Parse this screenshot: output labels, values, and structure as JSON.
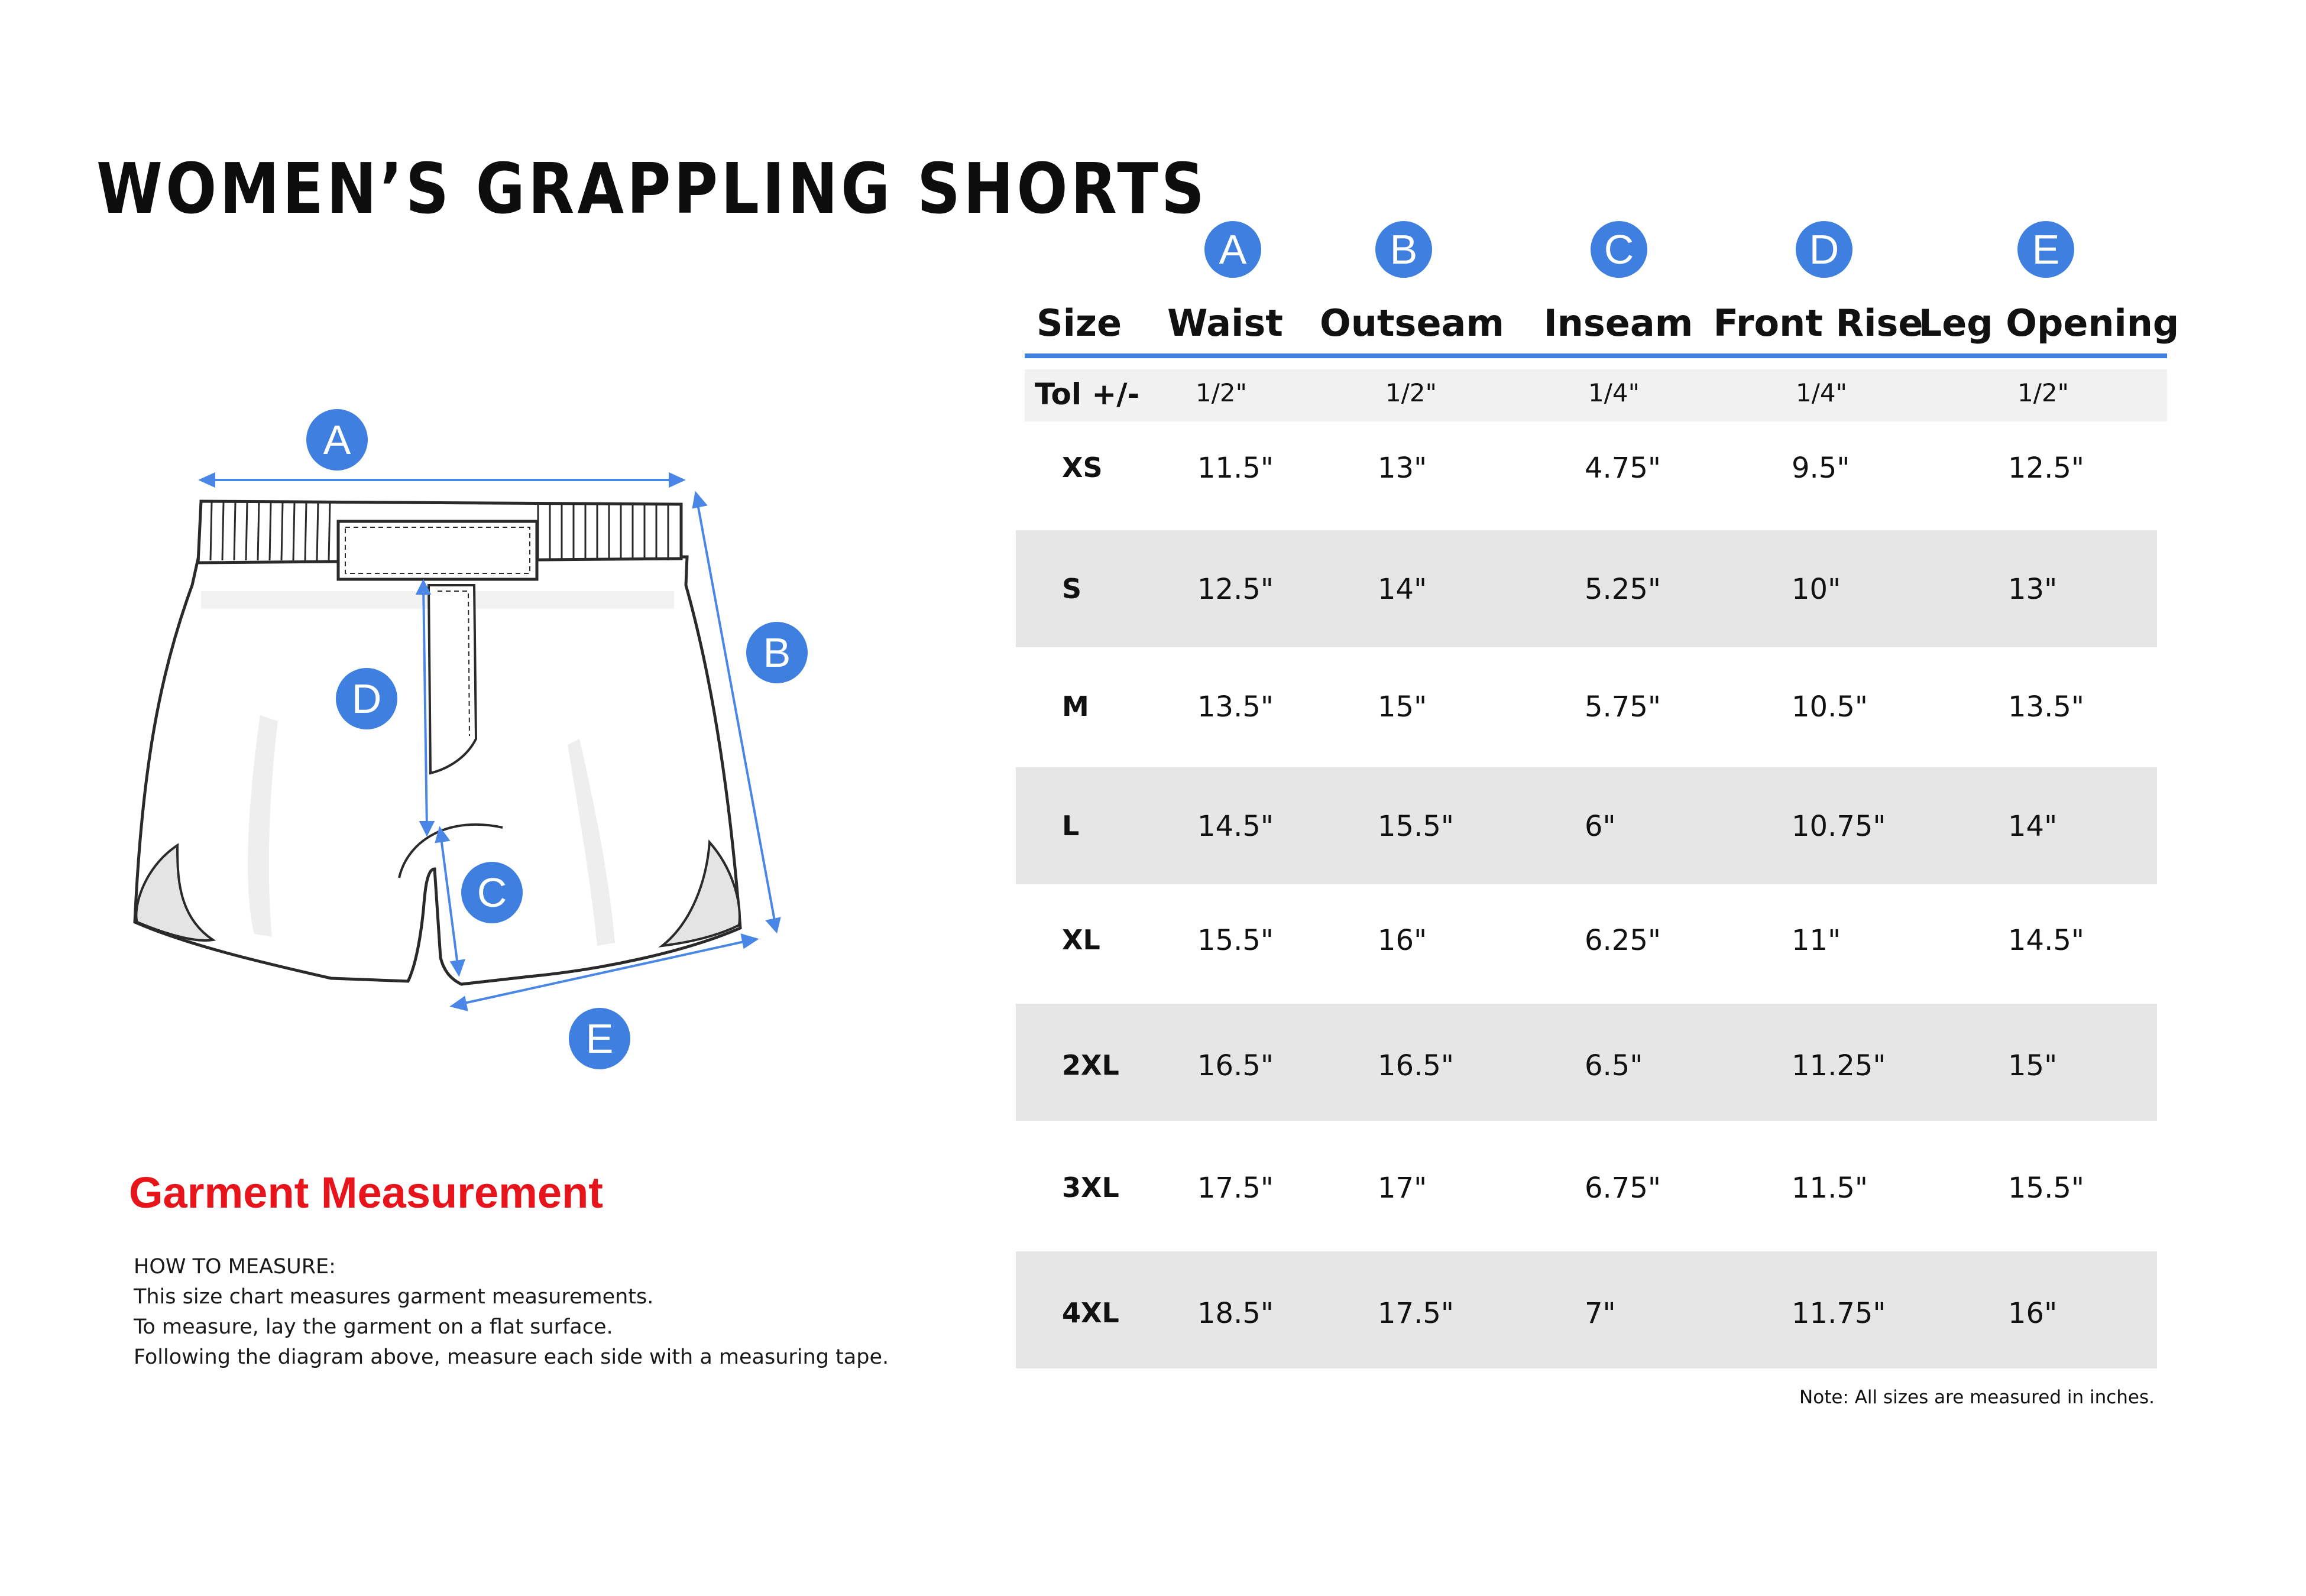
{
  "title": "WOMEN’S GRAPPLING SHORTS",
  "diagram": {
    "markers": [
      "A",
      "B",
      "C",
      "D",
      "E"
    ]
  },
  "garment_measurement": {
    "heading": "Garment Measurement",
    "lines": [
      "HOW TO MEASURE:",
      "This size chart measures garment measurements.",
      "To measure, lay the garment on a flat surface.",
      "Following the diagram above, measure each side with a measuring tape."
    ]
  },
  "table": {
    "column_letters": [
      "A",
      "B",
      "C",
      "D",
      "E"
    ],
    "headers": [
      "Size",
      "Waist",
      "Outseam",
      "Inseam",
      "Front Rise",
      "Leg Opening"
    ],
    "tolerance": {
      "label": "Tol +/-",
      "values": [
        "1/2\"",
        "1/2\"",
        "1/4\"",
        "1/4\"",
        "1/2\""
      ]
    },
    "rows": [
      {
        "size": "XS",
        "values": [
          "11.5\"",
          "13\"",
          "4.75\"",
          "9.5\"",
          "12.5\""
        ]
      },
      {
        "size": "S",
        "values": [
          "12.5\"",
          "14\"",
          "5.25\"",
          "10\"",
          "13\""
        ]
      },
      {
        "size": "M",
        "values": [
          "13.5\"",
          "15\"",
          "5.75\"",
          "10.5\"",
          "13.5\""
        ]
      },
      {
        "size": "L",
        "values": [
          "14.5\"",
          "15.5\"",
          "6\"",
          "10.75\"",
          "14\""
        ]
      },
      {
        "size": "XL",
        "values": [
          "15.5\"",
          "16\"",
          "6.25\"",
          "11\"",
          "14.5\""
        ]
      },
      {
        "size": "2XL",
        "values": [
          "16.5\"",
          "16.5\"",
          "6.5\"",
          "11.25\"",
          "15\""
        ]
      },
      {
        "size": "3XL",
        "values": [
          "17.5\"",
          "17\"",
          "6.75\"",
          "11.5\"",
          "15.5\""
        ]
      },
      {
        "size": "4XL",
        "values": [
          "18.5\"",
          "17.5\"",
          "7\"",
          "11.75\"",
          "16\""
        ]
      }
    ],
    "note": "Note: All sizes are measured in inches."
  },
  "colors": {
    "accent_blue": "#3e7fe0",
    "heading_red": "#e8141b",
    "band_gray": "#e6e6e6"
  }
}
